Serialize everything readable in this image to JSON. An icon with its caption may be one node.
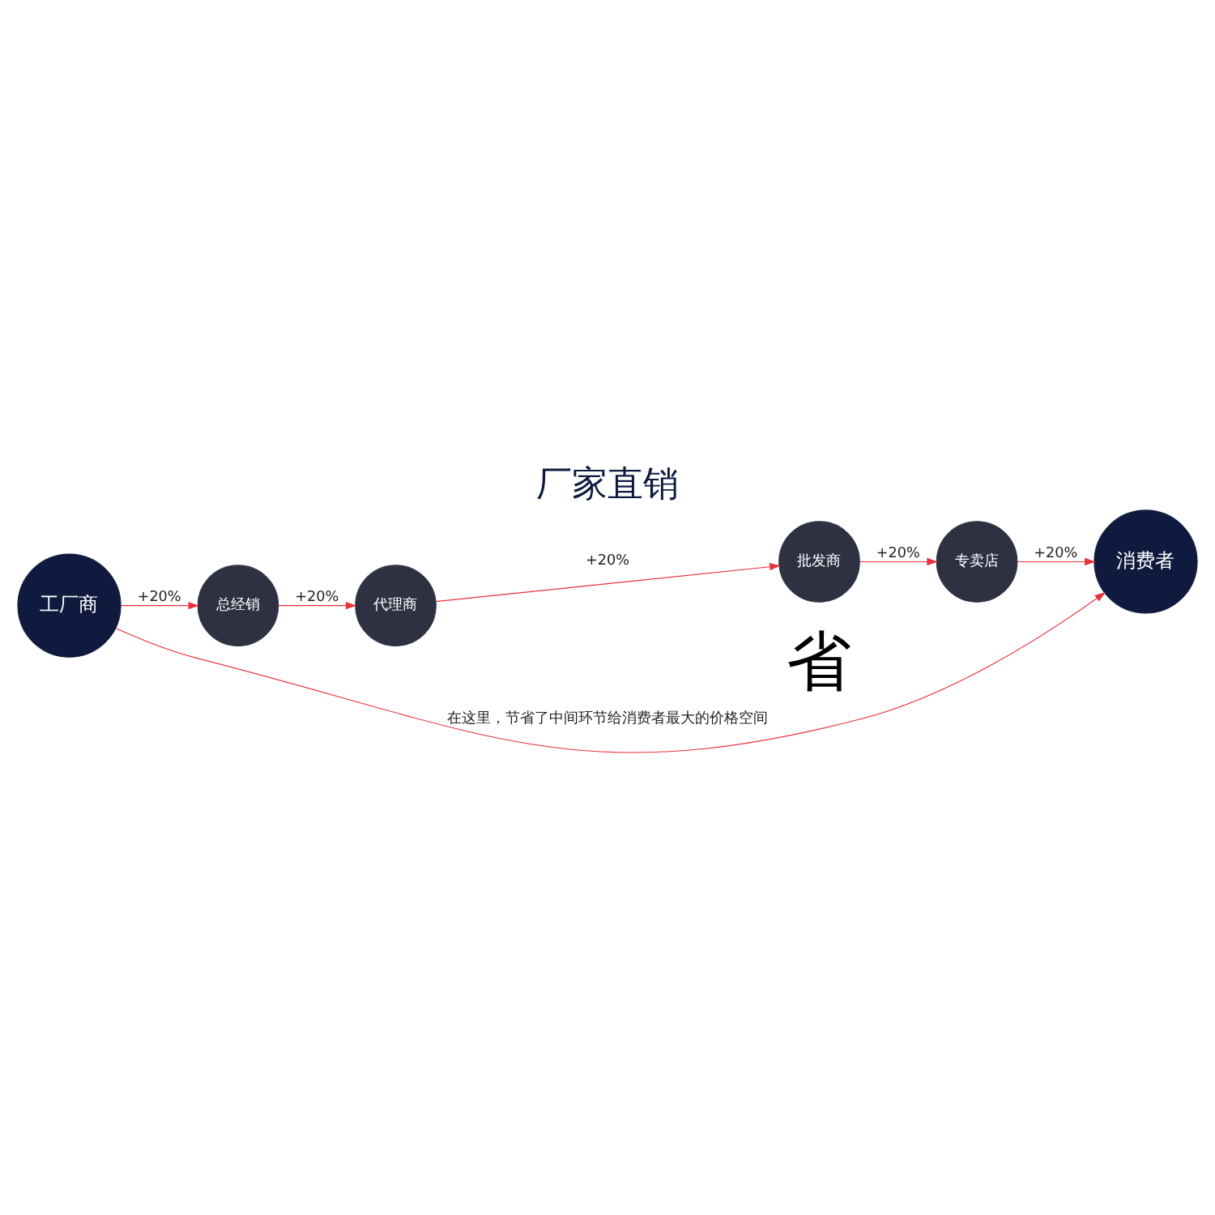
{
  "diagram": {
    "title": "厂家直销",
    "nodes": [
      {
        "text": [
          "工厂商"
        ]
      },
      {
        "text": [
          "总经销"
        ]
      },
      {
        "text": [
          "代理商"
        ]
      },
      {
        "text": [
          "批发商"
        ]
      },
      {
        "text": [
          "专卖店"
        ]
      },
      {
        "text": [
          "消费者"
        ]
      }
    ],
    "edges": [
      {
        "from": 0,
        "to": 1,
        "arrow": "to",
        "label": "+20%"
      },
      {
        "from": 1,
        "to": 2,
        "arrow": "to",
        "label": "+20%"
      },
      {
        "from": 2,
        "to": 3,
        "arrow": "to",
        "label": "+20%"
      },
      {
        "from": 3,
        "to": 4,
        "arrow": "to",
        "label": "+20%"
      },
      {
        "from": 4,
        "to": 5,
        "arrow": "to",
        "label": "+20%"
      },
      {
        "from": 0,
        "to": 5,
        "arrow": "to",
        "label": "在这里，节省了中间环节给消费者最大的价格空间"
      }
    ],
    "labels": [
      "省"
    ]
  }
}
